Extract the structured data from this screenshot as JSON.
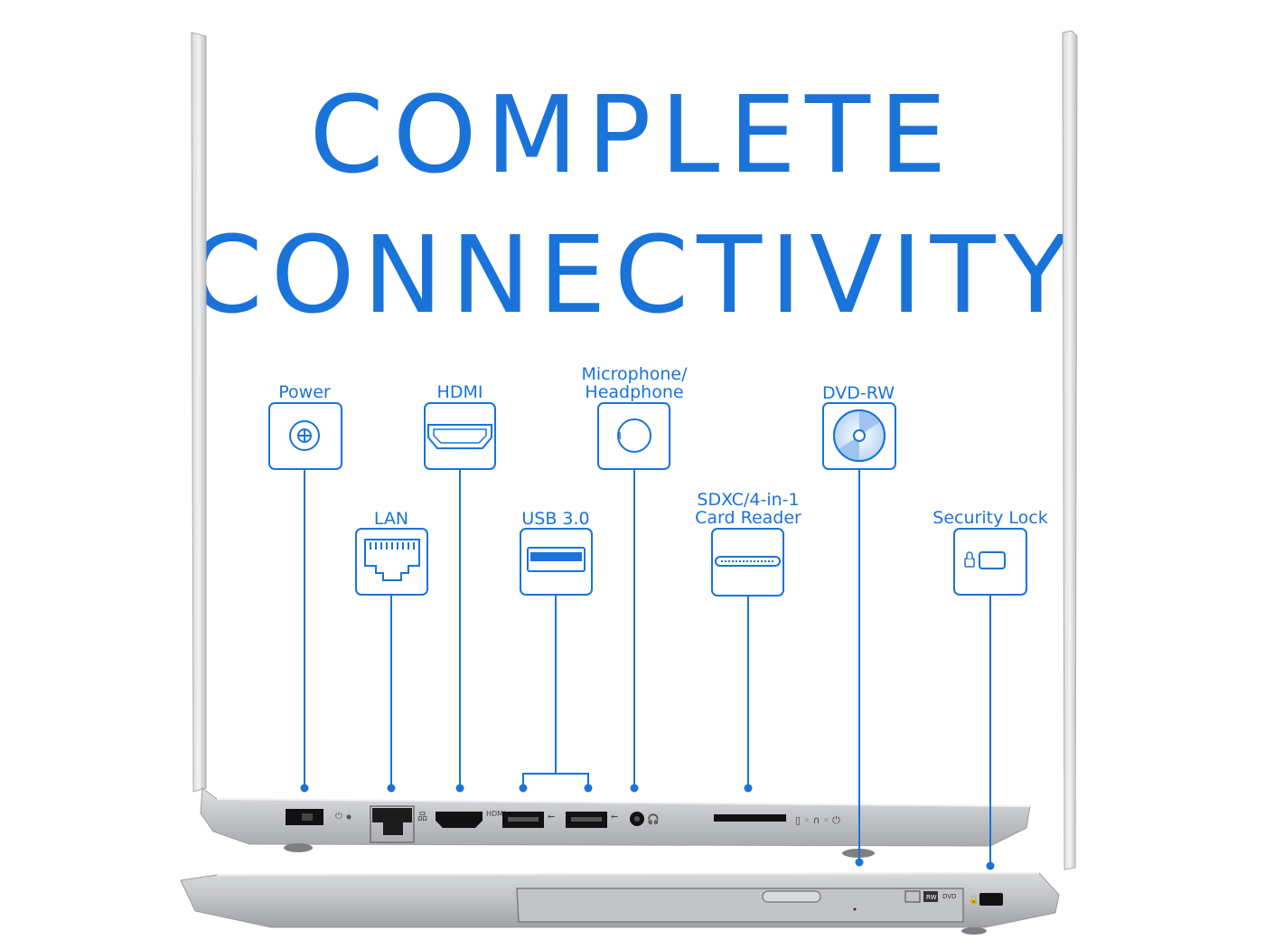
{
  "headline": {
    "line1": "COMPLETE",
    "line2": "CONNECTIVITY"
  },
  "ports": [
    {
      "id": "power",
      "label": "Power",
      "icon": "power-jack-icon"
    },
    {
      "id": "lan",
      "label": "LAN",
      "icon": "ethernet-port-icon"
    },
    {
      "id": "hdmi",
      "label": "HDMI",
      "icon": "hdmi-port-icon"
    },
    {
      "id": "usb",
      "label": "USB 3.0",
      "icon": "usb-port-icon"
    },
    {
      "id": "audio",
      "label": "Microphone/\nHeadphone",
      "icon": "audio-jack-icon"
    },
    {
      "id": "sd",
      "label": "SDXC/4-in-1\nCard Reader",
      "icon": "card-reader-icon"
    },
    {
      "id": "dvd",
      "label": "DVD-RW",
      "icon": "optical-disc-icon"
    },
    {
      "id": "lock",
      "label": "Security Lock",
      "icon": "security-lock-icon"
    }
  ],
  "laptop_markings": {
    "hdmi": "HDMI",
    "rw": "RW",
    "dvd": "DVD"
  },
  "colors": {
    "accent": "#1a73d9",
    "chassis": "#c9cacc",
    "chassis_dark": "#8e9093",
    "port": "#1b1b1b"
  }
}
